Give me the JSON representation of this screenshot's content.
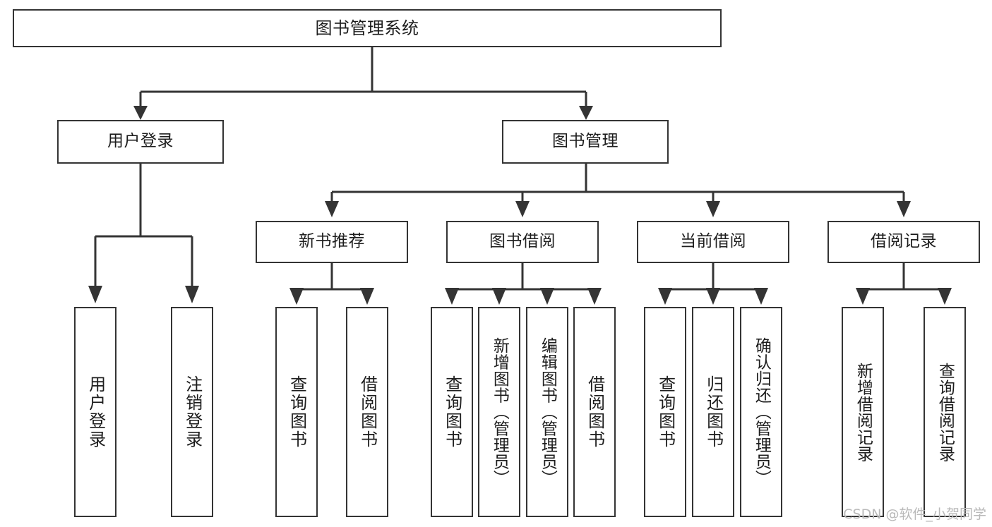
{
  "diagram": {
    "type": "tree-hierarchy-chart",
    "title": "图书管理系统",
    "root": {
      "id": "root",
      "label": "图书管理系统"
    },
    "level2": [
      {
        "id": "user-login",
        "label": "用户登录"
      },
      {
        "id": "book-manage",
        "label": "图书管理"
      }
    ],
    "level3": [
      {
        "id": "new-book-recommend",
        "label": "新书推荐"
      },
      {
        "id": "book-borrow",
        "label": "图书借阅"
      },
      {
        "id": "current-borrow",
        "label": "当前借阅"
      },
      {
        "id": "borrow-record",
        "label": "借阅记录"
      }
    ],
    "leaves": {
      "user_login": [
        {
          "id": "leaf-user-login",
          "label": "用户登录"
        },
        {
          "id": "leaf-logout-login",
          "label": "注销登录"
        }
      ],
      "new_book_recommend": [
        {
          "id": "leaf-query-book-1",
          "label": "查询图书"
        },
        {
          "id": "leaf-borrow-book-1",
          "label": "借阅图书"
        }
      ],
      "book_borrow": [
        {
          "id": "leaf-query-book-2",
          "label": "查询图书"
        },
        {
          "id": "leaf-add-book",
          "label": "新增图书（管理员）"
        },
        {
          "id": "leaf-edit-book",
          "label": "编辑图书（管理员）"
        },
        {
          "id": "leaf-borrow-book-2",
          "label": "借阅图书"
        }
      ],
      "current_borrow": [
        {
          "id": "leaf-query-book-3",
          "label": "查询图书"
        },
        {
          "id": "leaf-return-book",
          "label": "归还图书"
        },
        {
          "id": "leaf-confirm-return",
          "label": "确认归还（管理员）"
        }
      ],
      "borrow_record": [
        {
          "id": "leaf-add-record",
          "label": "新增借阅记录"
        },
        {
          "id": "leaf-query-record",
          "label": "查询借阅记录"
        }
      ]
    },
    "colors": {
      "stroke": "#343434",
      "box_fill": "#ffffff",
      "text": "#1d1d1d",
      "background": "#ffffff",
      "watermark": "#b9b9b9"
    }
  },
  "watermark": {
    "text": "CSDN @软件_小贺同学"
  }
}
